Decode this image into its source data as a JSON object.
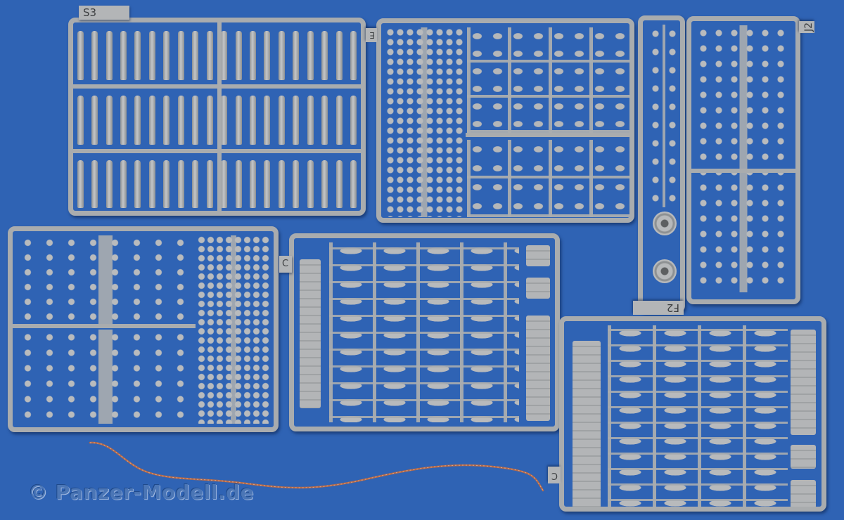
{
  "photo": {
    "background_color": "#2f63b4",
    "plastic_color": "#a9acae",
    "sprues": [
      {
        "id": "s3",
        "tag": "S3",
        "content": "ammunition rounds"
      },
      {
        "id": "e",
        "tag": "E",
        "content": "small fittings"
      },
      {
        "id": "j2",
        "tag": "J2",
        "content": "tools and brackets"
      },
      {
        "id": "f2",
        "tag": "F2",
        "content": "hull fittings"
      },
      {
        "id": "left-mid",
        "tag": "",
        "content": "small fittings"
      },
      {
        "id": "c1",
        "tag": "C",
        "content": "track links"
      },
      {
        "id": "c2",
        "tag": "C",
        "content": "track links"
      }
    ],
    "wire_color": "#b46a4a",
    "watermark": "© Panzer-Modell.de"
  }
}
